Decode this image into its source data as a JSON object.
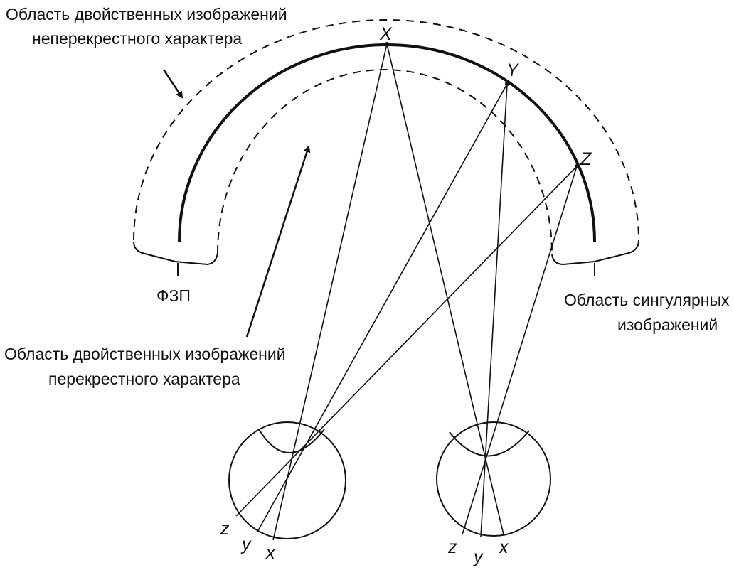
{
  "labels": {
    "uncrossed_region": [
      "Область двойственных изображений",
      "неперекрестного характера"
    ],
    "crossed_region": [
      "Область двойственных изображений",
      "перекрестного характера"
    ],
    "fzp": "ФЗП",
    "singular_region": [
      "Область сингулярных",
      "изображений"
    ]
  },
  "points": {
    "horopter": [
      "X",
      "Y",
      "Z"
    ],
    "left_retina": [
      "z",
      "y",
      "x"
    ],
    "right_retina": [
      "z",
      "y",
      "x"
    ]
  },
  "colors": {
    "ink": "#111111",
    "background": "#ffffff"
  }
}
